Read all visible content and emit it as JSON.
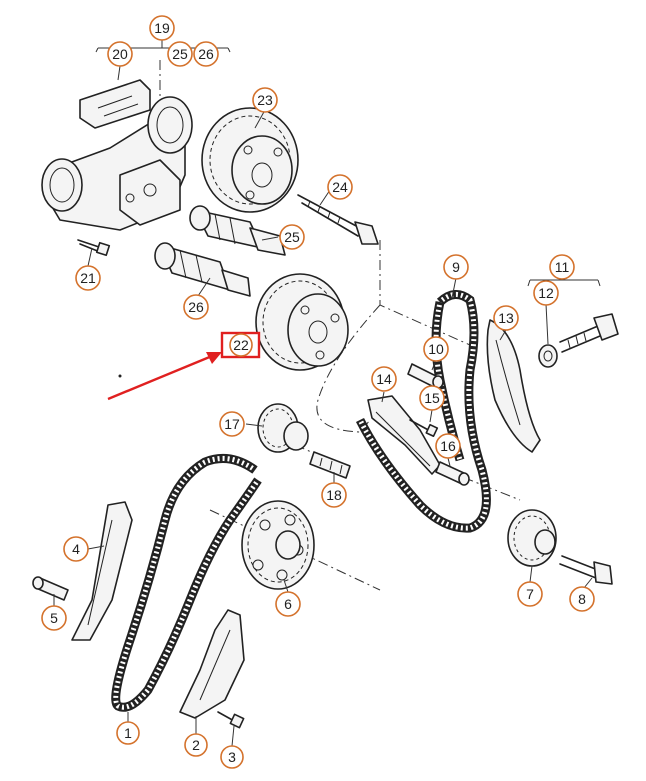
{
  "diagram": {
    "callouts": [
      {
        "id": "c1",
        "label": "1"
      },
      {
        "id": "c2",
        "label": "2"
      },
      {
        "id": "c3",
        "label": "3"
      },
      {
        "id": "c4",
        "label": "4"
      },
      {
        "id": "c5",
        "label": "5"
      },
      {
        "id": "c6",
        "label": "6"
      },
      {
        "id": "c7",
        "label": "7"
      },
      {
        "id": "c8",
        "label": "8"
      },
      {
        "id": "c9",
        "label": "9"
      },
      {
        "id": "c10",
        "label": "10"
      },
      {
        "id": "c11",
        "label": "11"
      },
      {
        "id": "c12",
        "label": "12"
      },
      {
        "id": "c13",
        "label": "13"
      },
      {
        "id": "c14",
        "label": "14"
      },
      {
        "id": "c15",
        "label": "15"
      },
      {
        "id": "c16",
        "label": "16"
      },
      {
        "id": "c17",
        "label": "17"
      },
      {
        "id": "c18",
        "label": "18"
      },
      {
        "id": "c19",
        "label": "19"
      },
      {
        "id": "c20",
        "label": "20"
      },
      {
        "id": "c21",
        "label": "21"
      },
      {
        "id": "c23",
        "label": "23"
      },
      {
        "id": "c24",
        "label": "24"
      },
      {
        "id": "c25",
        "label": "25"
      },
      {
        "id": "c25b",
        "label": "25"
      },
      {
        "id": "c26",
        "label": "26"
      },
      {
        "id": "c26b",
        "label": "26"
      }
    ],
    "highlighted_callout": {
      "label": "22"
    },
    "highlight_color": "#e02020",
    "callout_color": "#d4722c"
  }
}
